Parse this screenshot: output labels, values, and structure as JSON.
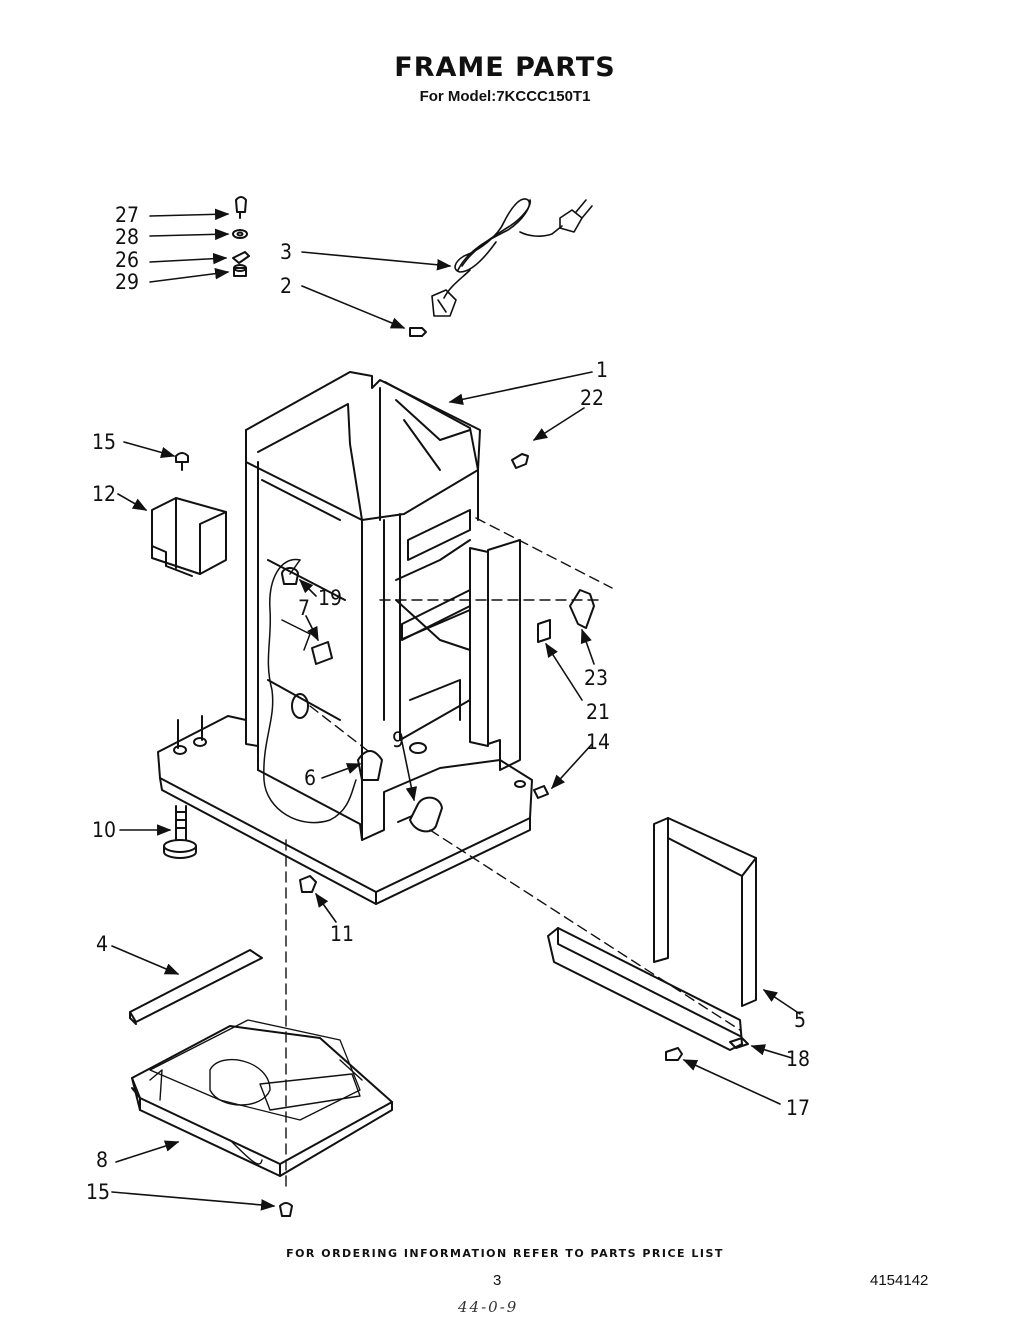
{
  "header": {
    "title": "FRAME PARTS",
    "subtitle": "For Model:7KCCC150T1"
  },
  "callouts": [
    {
      "id": "c27",
      "label": "27"
    },
    {
      "id": "c28",
      "label": "28"
    },
    {
      "id": "c26",
      "label": "26"
    },
    {
      "id": "c29",
      "label": "29"
    },
    {
      "id": "c3",
      "label": "3"
    },
    {
      "id": "c2",
      "label": "2"
    },
    {
      "id": "c1",
      "label": "1"
    },
    {
      "id": "c22",
      "label": "22"
    },
    {
      "id": "c15a",
      "label": "15"
    },
    {
      "id": "c12",
      "label": "12"
    },
    {
      "id": "c19",
      "label": "19"
    },
    {
      "id": "c7",
      "label": "7"
    },
    {
      "id": "c23",
      "label": "23"
    },
    {
      "id": "c21",
      "label": "21"
    },
    {
      "id": "c14",
      "label": "14"
    },
    {
      "id": "c6",
      "label": "6"
    },
    {
      "id": "c9",
      "label": "9"
    },
    {
      "id": "c10",
      "label": "10"
    },
    {
      "id": "c11",
      "label": "11"
    },
    {
      "id": "c4",
      "label": "4"
    },
    {
      "id": "c5",
      "label": "5"
    },
    {
      "id": "c18",
      "label": "18"
    },
    {
      "id": "c17",
      "label": "17"
    },
    {
      "id": "c8",
      "label": "8"
    },
    {
      "id": "c15b",
      "label": "15"
    }
  ],
  "footer": {
    "ordering_note": "FOR ORDERING INFORMATION REFER TO PARTS PRICE LIST",
    "page_number": "3",
    "document_number": "4154142",
    "handwritten_note": "44-0-9"
  }
}
